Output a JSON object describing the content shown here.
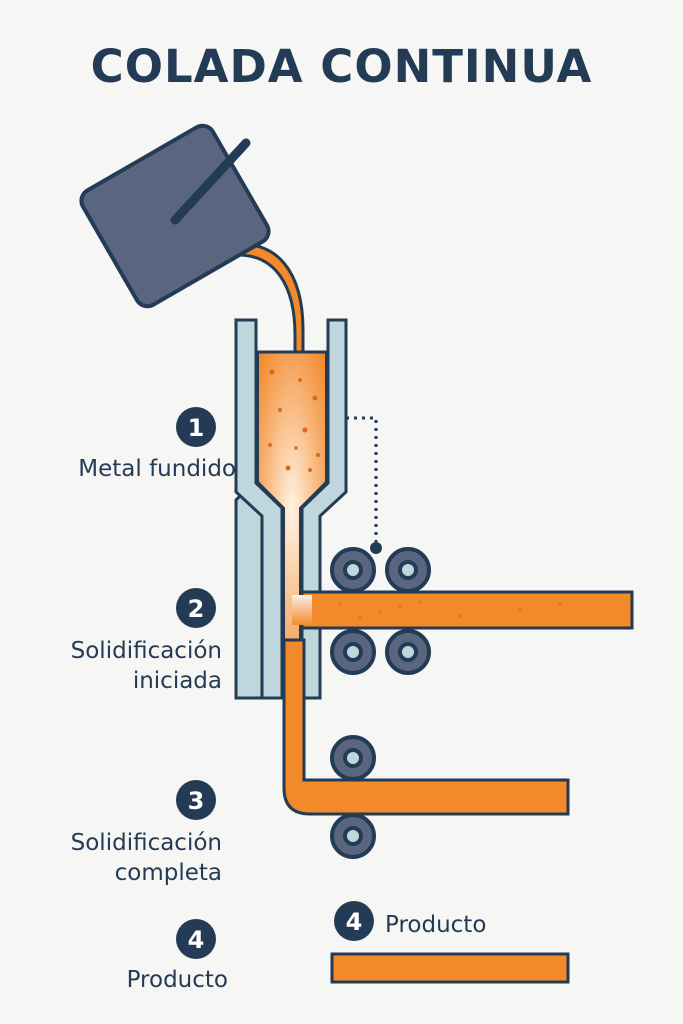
{
  "title": "COLADA CONTINUA",
  "colors": {
    "navy": "#243b55",
    "ladle": "#5a6680",
    "mold": "#bfd6dc",
    "orange": "#f28a2b",
    "background": "#f6f6f4"
  },
  "steps": [
    {
      "number": "1",
      "label": "Metal fundido"
    },
    {
      "number": "2",
      "label_line1": "Solidificación",
      "label_line2": "iniciada"
    },
    {
      "number": "3",
      "label_line1": "Solidificación",
      "label_line2": "completa"
    },
    {
      "number": "4",
      "label": "Producto"
    }
  ],
  "product_callout": {
    "number": "4",
    "label": "Producto"
  }
}
